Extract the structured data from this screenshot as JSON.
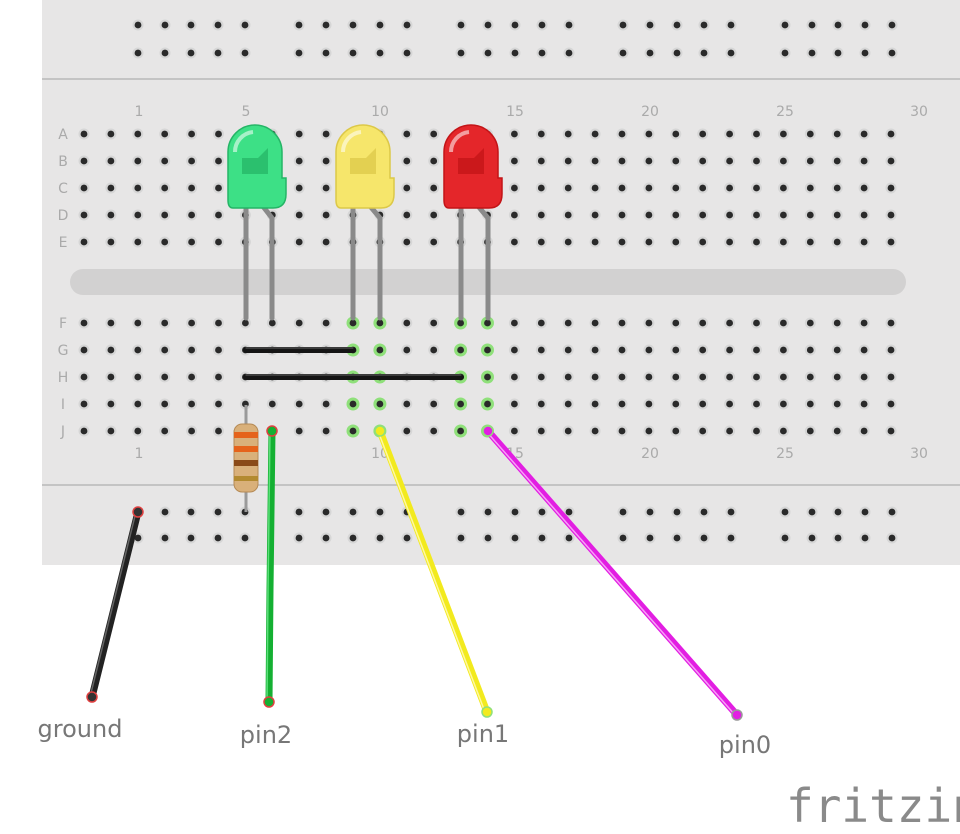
{
  "breadboard": {
    "column_labels": [
      "1",
      "5",
      "10",
      "15",
      "20",
      "25",
      "30"
    ],
    "row_labels_top": [
      "A",
      "B",
      "C",
      "D",
      "E"
    ],
    "row_labels_bottom": [
      "F",
      "G",
      "H",
      "I",
      "J"
    ],
    "colors": {
      "board": "#e7e6e6",
      "hole": "#2a2a2a",
      "hole_ring": "#d6d6d6",
      "rail_line": "#b8b8b8",
      "center_channel": "#d2d1d1",
      "connected_hole": "#8fe07a"
    }
  },
  "leds": [
    {
      "name": "green-led",
      "color": "#3de086",
      "dark": "#25b566"
    },
    {
      "name": "yellow-led",
      "color": "#f6e66b",
      "dark": "#dcc848"
    },
    {
      "name": "red-led",
      "color": "#e4262a",
      "dark": "#c31417"
    }
  ],
  "wires": [
    {
      "name": "ground-wire",
      "color": "#222222"
    },
    {
      "name": "pin2-wire",
      "color": "#14b032"
    },
    {
      "name": "pin1-wire",
      "color": "#f2ea1e"
    },
    {
      "name": "pin0-wire",
      "color": "#e21ee2"
    },
    {
      "name": "jumper-g-wire",
      "color": "#151515"
    },
    {
      "name": "jumper-h-wire",
      "color": "#151515"
    }
  ],
  "labels": {
    "ground": "ground",
    "pin2": "pin2",
    "pin1": "pin1",
    "pin0": "pin0"
  },
  "logo_text": "fritzing"
}
